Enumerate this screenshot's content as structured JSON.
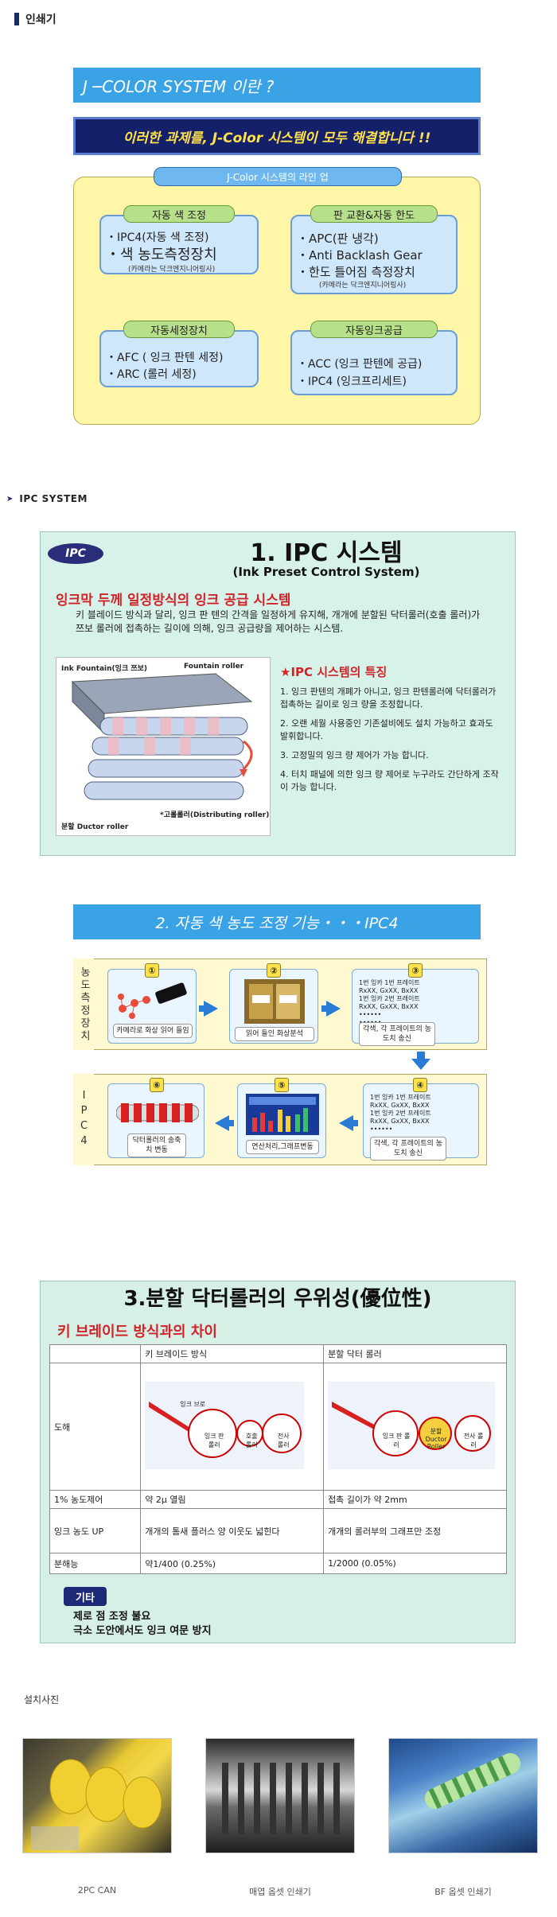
{
  "section1": {
    "heading": "인쇄기"
  },
  "jcolor": {
    "title": "J ─COLOR SYSTEM  이란 ?",
    "banner": "이러한 과제를, J-Color 시스템이 모두 해결합니다 !!",
    "lineup_label": "J-Color 시스템의 라인 업",
    "groups": [
      {
        "label": "자동 색 조정",
        "items": [
          "IPC4(자동 색 조정)",
          "색 농도측정장치"
        ],
        "note": "(카메라는 닥크엔지니어링사)"
      },
      {
        "label": "판 교환&자동 한도",
        "items": [
          "APC(판 냉각)",
          "Anti Backlash Gear",
          "한도 틀어짐 측정장치"
        ],
        "note": "(카메라는 닥크엔지니어링사)"
      },
      {
        "label": "자동세정장치",
        "items": [
          "AFC ( 잉크 판텐 세정)",
          "ARC (롤러 세정)"
        ]
      },
      {
        "label": "자동잉크공급",
        "items": [
          "ACC (잉크 판텐에 공급)",
          "IPC4 (잉크프리세트)"
        ]
      }
    ]
  },
  "section2": {
    "heading": "IPC  SYSTEM"
  },
  "ipc": {
    "logo": "IPC",
    "title": "1. IPC 시스템",
    "subtitle": "(Ink Preset Control System)",
    "red_heading": "잉크막 두께 일정방식의 잉크 공급 시스템",
    "desc": "키 블레이드 방식과 달리, 잉크 판 텐의 간격을 일정하게 유지해, 개개에 분할된 닥터롤러(호출 롤러)가 쯔보 롤러에 접촉하는 길이에 의해, 잉크 공급량을 제어하는 시스템.",
    "diagram_labels": {
      "fountain": "Ink Fountain(잉크 쯔보)",
      "fountain_roller": "Fountain roller",
      "ductor": "분할 Ductor roller",
      "distributing": "*고롤롤러(Distributing roller)"
    },
    "features_title": "★IPC 시스템의 특징",
    "features": [
      "1. 잉크 판텐의 개폐가 아니고, 잉크 판텐롤러에 닥터롤러가 접촉하는 길이로 잉크 량을 조정합니다.",
      "2. 오랜 세월 사용중인 기존설비에도 설치 가능하고 효과도 발휘합니다.",
      "3. 고정밀의 잉크 량 제어가 가능 합니다.",
      "4. 터치 패널에 의한 잉크 량 제어로 누구라도 간단하게 조작이 가능 합니다."
    ]
  },
  "ipc4": {
    "title": "2. 자동 색 농도 조정 기능・・・IPC4",
    "row1_label": "농도측정장치",
    "row2_label": "IPC4",
    "steps": [
      {
        "num": "①",
        "caption": "카메라로 화상 읽어 들임"
      },
      {
        "num": "②",
        "caption": "읽어 들인 화상분석"
      },
      {
        "num": "③",
        "caption": "각색, 각 프레이트의 농도치 송신"
      },
      {
        "num": "④",
        "caption": "각색, 각 프레이트의 농도치 송신"
      },
      {
        "num": "⑤",
        "caption": "연산처리,그래프변동"
      },
      {
        "num": "⑥",
        "caption": "닥터롤러의 송축치 변동"
      }
    ],
    "plate_lines": [
      "1번 잉카 1번 프레이트",
      "RxXX, GxXX, BxXX",
      "1번 잉카 2번 프레이트",
      "RxXX, GxXX, BxXX",
      "••••••",
      "••••••"
    ]
  },
  "doctor": {
    "title": "3.분할 닥터롤러의 우위성(優位性)",
    "subtitle": "키 브레이드 방식과의 차이",
    "headers": [
      "",
      "키 브레이드 방식",
      "분할 닥터 롤러"
    ],
    "row_diagram_label": "도해",
    "rows": [
      [
        "1% 농도제어",
        "약 2μ 열림",
        "접촉 길이가 약 2mm"
      ],
      [
        "잉크 농도 UP",
        "개개의 톰새 플러스 양 이웃도 넓힌다",
        "개개의 롤러부의 그래프만 조정"
      ],
      [
        "분해능",
        "약1/400 (0.25%)",
        "1/2000 (0.05%)"
      ]
    ],
    "diagram_labels": {
      "blade": "잉크 브로",
      "roller1": "잉크 판 롤러",
      "roller2": "호출 롤러",
      "roller3": "전사 롤러",
      "ductor": "분할 Ductor Roller"
    },
    "gita_label": "기타",
    "gita_lines": [
      "제로 점 조정 불요",
      "극소 도안에서도 잉크 여문 방지"
    ]
  },
  "install": {
    "heading": "설치사진",
    "photos": [
      {
        "caption": "2PC CAN"
      },
      {
        "caption": "매엽 옵셋 인쇄기"
      },
      {
        "caption": "BF 옵셋 인쇄기"
      }
    ]
  },
  "colors": {
    "accent": "#3aa3e6",
    "navy": "#14206a",
    "yellow": "#fff6a8",
    "red": "#d1232a"
  }
}
